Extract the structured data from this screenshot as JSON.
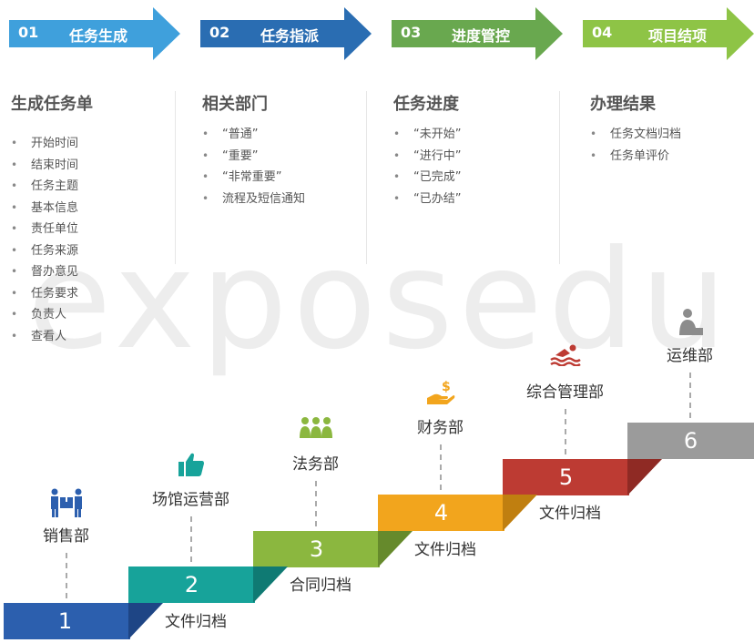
{
  "watermark": "exposedu",
  "phases": [
    {
      "num": "01",
      "title": "任务生成",
      "color": "#3fa0dc"
    },
    {
      "num": "02",
      "title": "任务指派",
      "color": "#2a6db2"
    },
    {
      "num": "03",
      "title": "进度管控",
      "color": "#69a84f"
    },
    {
      "num": "04",
      "title": "项目结项",
      "color": "#8ec446"
    }
  ],
  "columns": [
    {
      "heading": "生成任务单",
      "items": [
        "开始时间",
        "结束时间",
        "任务主题",
        "基本信息",
        "责任单位",
        "任务来源",
        "督办意见",
        "任务要求",
        "负责人",
        "查看人"
      ]
    },
    {
      "heading": "相关部门",
      "items": [
        "“普通”",
        "“重要”",
        "“非常重要”",
        "流程及短信通知"
      ]
    },
    {
      "heading": "任务进度",
      "items": [
        "“未开始”",
        "“进行中”",
        "“已完成”",
        "“已办结”"
      ]
    },
    {
      "heading": "办理结果",
      "items": [
        "任务文档归档",
        "任务单评价"
      ]
    }
  ],
  "steps": [
    {
      "num": "1",
      "dept": "销售部",
      "icon": "people-carrying-box-icon",
      "color": "#2c5fae",
      "dark": "#1e4585",
      "archive": "文件归档"
    },
    {
      "num": "2",
      "dept": "场馆运营部",
      "icon": "thumbs-up-icon",
      "color": "#17a39a",
      "dark": "#0f7a73",
      "archive": "合同归档"
    },
    {
      "num": "3",
      "dept": "法务部",
      "icon": "team-icon",
      "color": "#8bb73f",
      "dark": "#668a2c",
      "archive": "文件归档"
    },
    {
      "num": "4",
      "dept": "财务部",
      "icon": "money-hand-icon",
      "color": "#f2a51d",
      "dark": "#c07f10",
      "archive": "文件归档"
    },
    {
      "num": "5",
      "dept": "综合管理部",
      "icon": "swimmer-icon",
      "color": "#bd3b33",
      "dark": "#8f2a24",
      "archive": ""
    },
    {
      "num": "6",
      "dept": "运维部",
      "icon": "worker-icon",
      "color": "#9b9b9b",
      "dark": "#777777",
      "archive": ""
    }
  ]
}
